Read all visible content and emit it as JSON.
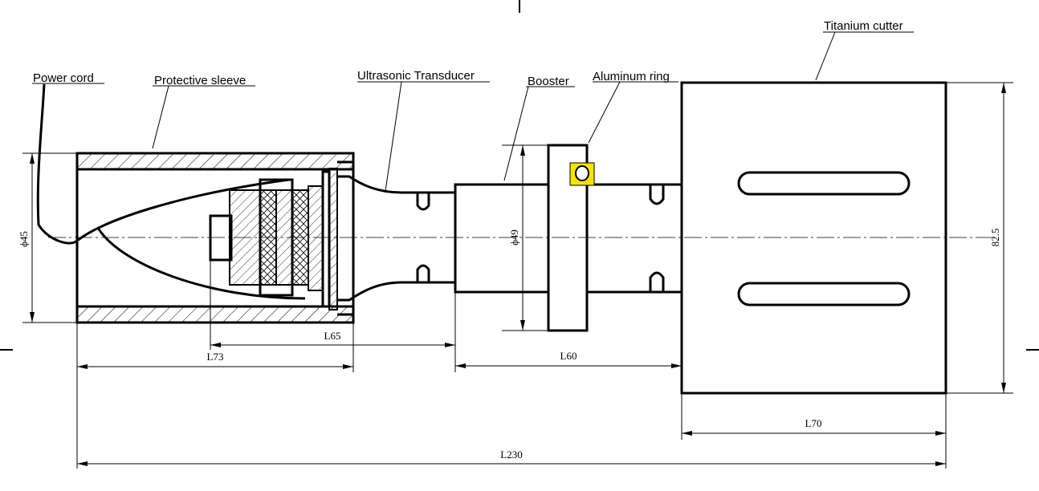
{
  "labels": {
    "power_cord": "Power cord",
    "protective_sleeve": "Protective sleeve",
    "ultrasonic_transducer": "Ultrasonic Transducer",
    "booster": "Booster",
    "aluminum_ring": "Aluminum ring",
    "titanium_cutter": "Titanium cutter"
  },
  "dimensions": {
    "sleeve_diameter": "ϕ45",
    "booster_diameter": "ϕ49",
    "cutter_height": "82.5",
    "transducer_length": "L65",
    "sleeve_length": "L73",
    "booster_length": "L60",
    "cutter_length": "L70",
    "total_length": "L230"
  },
  "colors": {
    "line": "#000000",
    "marker_fill": "#f5e400"
  }
}
